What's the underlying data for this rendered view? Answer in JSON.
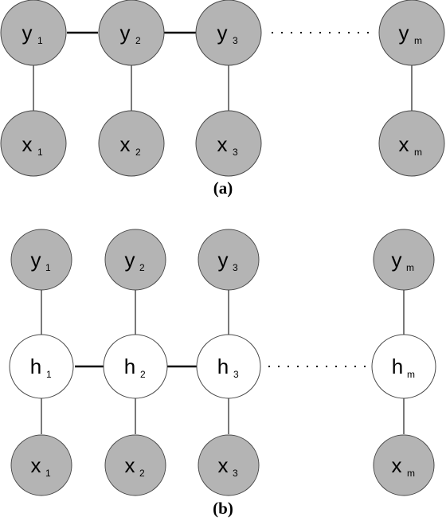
{
  "panel_a": {
    "caption": "(a)",
    "y_nodes": [
      {
        "var": "y",
        "sub": "1"
      },
      {
        "var": "y",
        "sub": "2"
      },
      {
        "var": "y",
        "sub": "3"
      },
      {
        "var": "y",
        "sub": "m"
      }
    ],
    "x_nodes": [
      {
        "var": "x",
        "sub": "1"
      },
      {
        "var": "x",
        "sub": "2"
      },
      {
        "var": "x",
        "sub": "3"
      },
      {
        "var": "x",
        "sub": "m"
      }
    ]
  },
  "panel_b": {
    "caption": "(b)",
    "y_nodes": [
      {
        "var": "y",
        "sub": "1"
      },
      {
        "var": "y",
        "sub": "2"
      },
      {
        "var": "y",
        "sub": "3"
      },
      {
        "var": "y",
        "sub": "m"
      }
    ],
    "h_nodes": [
      {
        "var": "h",
        "sub": "1"
      },
      {
        "var": "h",
        "sub": "2"
      },
      {
        "var": "h",
        "sub": "3"
      },
      {
        "var": "h",
        "sub": "m"
      }
    ],
    "x_nodes": [
      {
        "var": "x",
        "sub": "1"
      },
      {
        "var": "x",
        "sub": "2"
      },
      {
        "var": "x",
        "sub": "3"
      },
      {
        "var": "x",
        "sub": "m"
      }
    ]
  },
  "colors": {
    "observed_node": "#b4b4b4",
    "hidden_node": "#ffffff",
    "edge": "#000000"
  }
}
